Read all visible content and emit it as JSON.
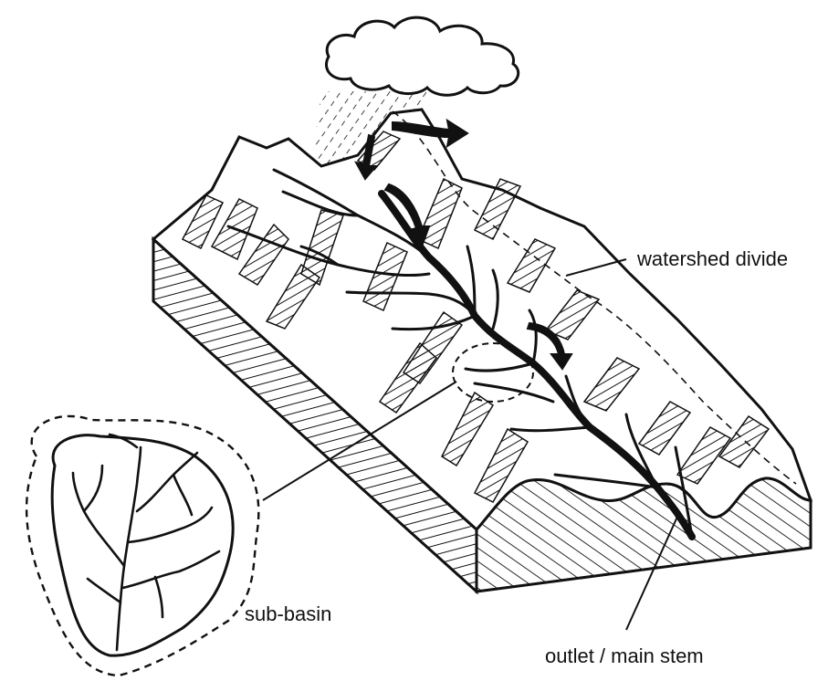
{
  "labels": {
    "watershed_divide": "watershed divide",
    "sub_basin": "sub-basin",
    "outlet": "outlet / main stem"
  },
  "colors": {
    "ink": "#111111",
    "background": "#ffffff"
  }
}
